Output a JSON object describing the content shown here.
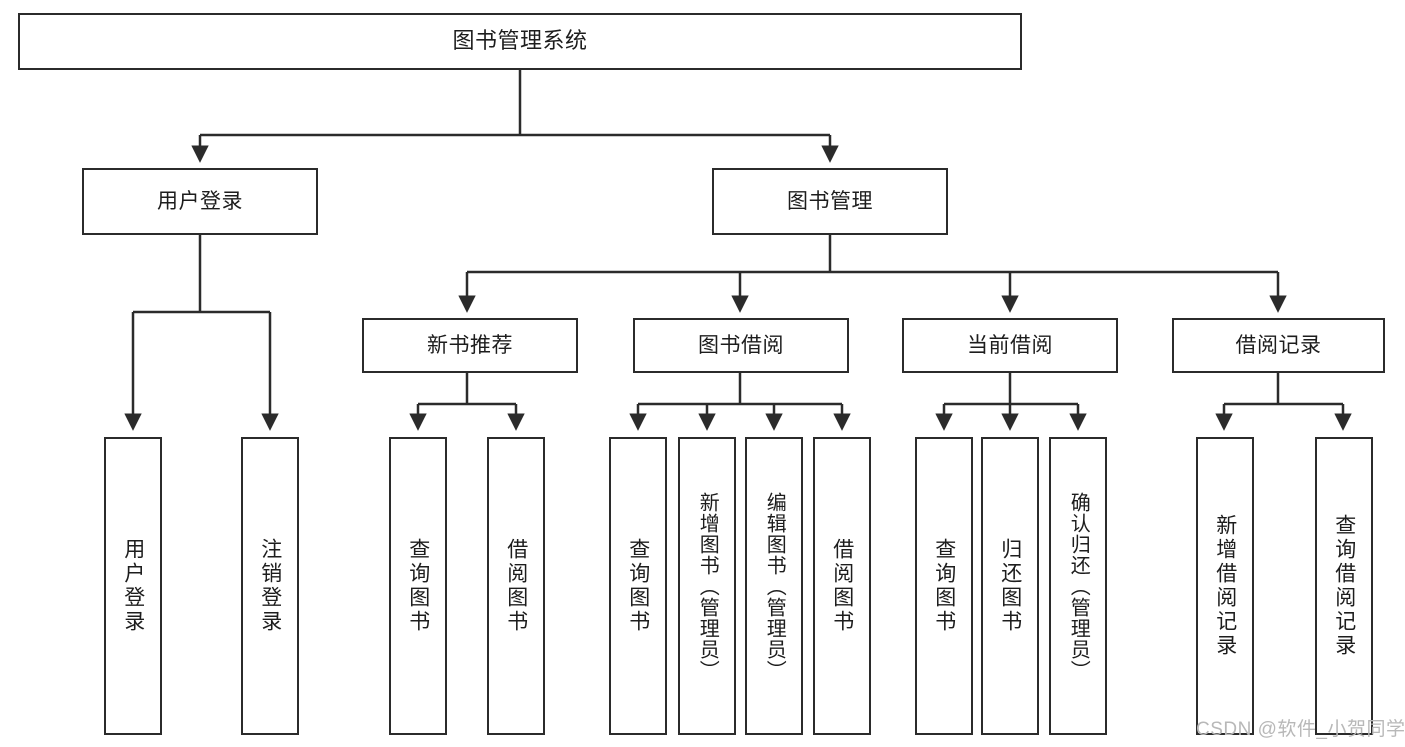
{
  "diagram": {
    "type": "tree-hierarchy-flowchart",
    "title": "图书管理系统",
    "orientation": "top-down",
    "stroke_color": "#2b2b2b",
    "fill_color": "#ffffff",
    "text_color": "#1d1d1d",
    "levels": 4
  },
  "nodes": {
    "root": {
      "label": "图书管理系统"
    },
    "level2": [
      {
        "label": "用户登录"
      },
      {
        "label": "图书管理"
      }
    ],
    "level3": [
      {
        "label": "新书推荐"
      },
      {
        "label": "图书借阅"
      },
      {
        "label": "当前借阅"
      },
      {
        "label": "借阅记录"
      }
    ],
    "leaves": {
      "user_login": [
        {
          "label": "用户登录"
        },
        {
          "label": "注销登录"
        }
      ],
      "new_book_recommend": [
        {
          "label": "查询图书"
        },
        {
          "label": "借阅图书"
        }
      ],
      "book_borrow": [
        {
          "label": "查询图书"
        },
        {
          "label": "新增图书（管理员）"
        },
        {
          "label": "编辑图书（管理员）"
        },
        {
          "label": "借阅图书"
        }
      ],
      "current_borrow": [
        {
          "label": "查询图书"
        },
        {
          "label": "归还图书"
        },
        {
          "label": "确认归还（管理员）"
        }
      ],
      "borrow_record": [
        {
          "label": "新增借阅记录"
        },
        {
          "label": "查询借阅记录"
        }
      ]
    }
  },
  "watermark": {
    "text": "CSDN @软件_小贺同学"
  }
}
